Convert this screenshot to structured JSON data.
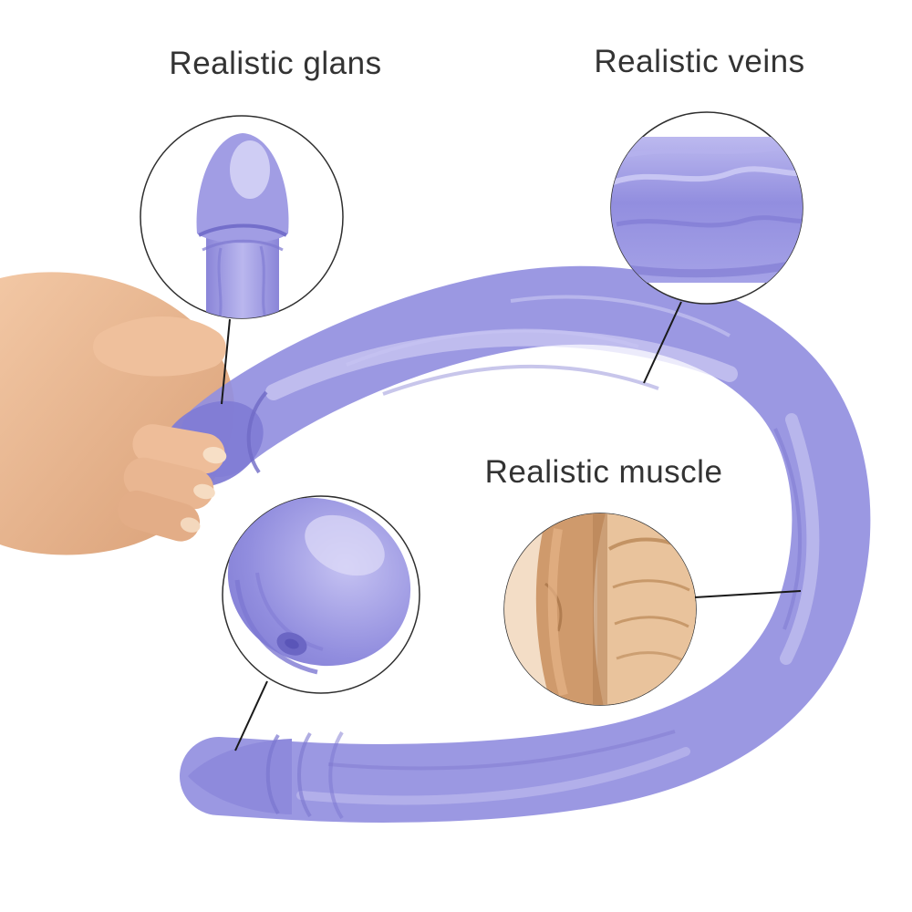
{
  "image": {
    "type": "product-callout-photo",
    "background": "#ffffff"
  },
  "labels": {
    "glans": "Realistic glans",
    "veins": "Realistic veins",
    "muscle": "Realistic muscle"
  },
  "colors": {
    "product_main": "#918ddd",
    "product_light": "#c9c7f2",
    "product_dark": "#6f6ac6",
    "skin_light": "#f2c7a4",
    "skin_dark": "#c08c5e",
    "label_text": "#333333",
    "leader_line": "#1a1a1a"
  }
}
